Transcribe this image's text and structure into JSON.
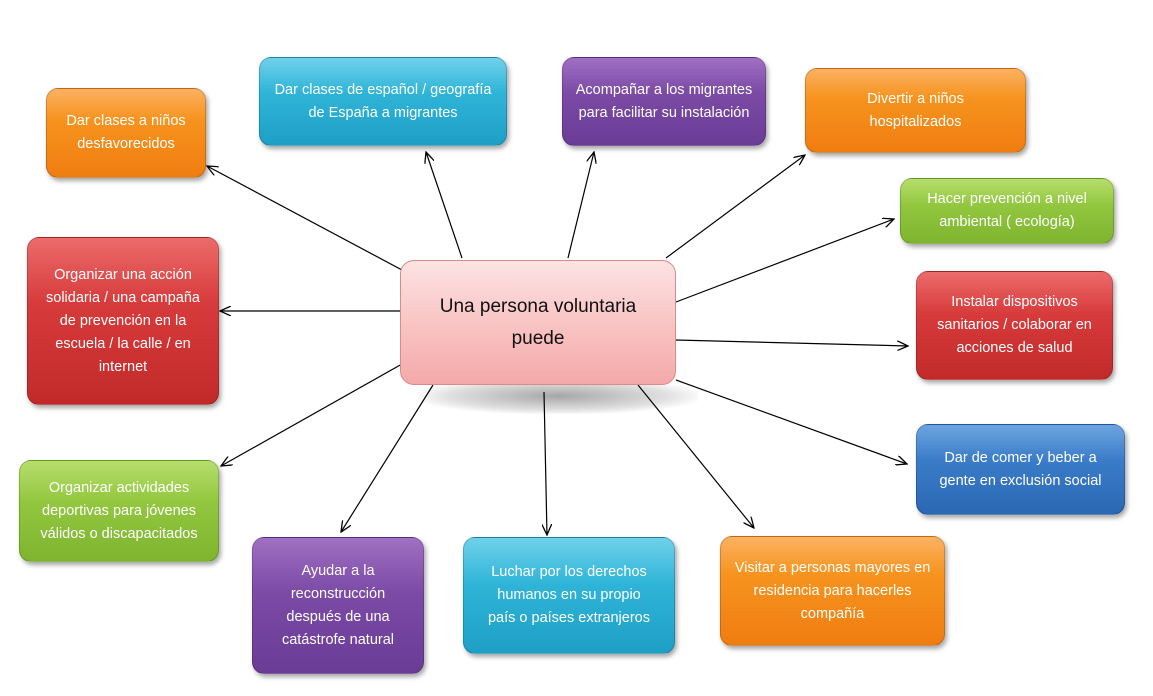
{
  "center": {
    "text": "Una  persona voluntaria puede"
  },
  "nodes": [
    {
      "id": "clases-ninos",
      "text": "Dar clases a niños desfavorecidos",
      "color": "#f7931e"
    },
    {
      "id": "clases-espanol",
      "text": "Dar clases de español / geografía de España a migrantes",
      "color": "#2fb4d8"
    },
    {
      "id": "acompanar",
      "text": "Acompañar a los migrantes para facilitar su instalación",
      "color": "#7b4ba6"
    },
    {
      "id": "divertir",
      "text": "Divertir  a niños hospitalizados",
      "color": "#f7931e"
    },
    {
      "id": "prevencion-ambiental",
      "text": "Hacer prevención a nivel ambiental ( ecología)",
      "color": "#93c740"
    },
    {
      "id": "dispositivos-sanitarios",
      "text": "Instalar dispositivos sanitarios / colaborar en acciones de salud",
      "color": "#d73a3a"
    },
    {
      "id": "organizar-accion",
      "text": "Organizar una acción solidaria / una campaña de prevención en la escuela / la calle / en internet",
      "color": "#d73a3a"
    },
    {
      "id": "dar-comer",
      "text": "Dar de comer y beber a gente en exclusión social",
      "color": "#3a7cc9"
    },
    {
      "id": "actividades-deportivas",
      "text": "Organizar actividades deportivas para jóvenes válidos o discapacitados",
      "color": "#93c740"
    },
    {
      "id": "reconstruccion",
      "text": "Ayudar a la reconstrucción después de una catástrofe natural",
      "color": "#7b4ba6"
    },
    {
      "id": "derechos-humanos",
      "text": "Luchar por los derechos humanos  en su propio país o países extranjeros",
      "color": "#2fb4d8"
    },
    {
      "id": "personas-mayores",
      "text": "Visitar a personas mayores en residencia  para hacerles compañía",
      "color": "#f7931e"
    }
  ]
}
